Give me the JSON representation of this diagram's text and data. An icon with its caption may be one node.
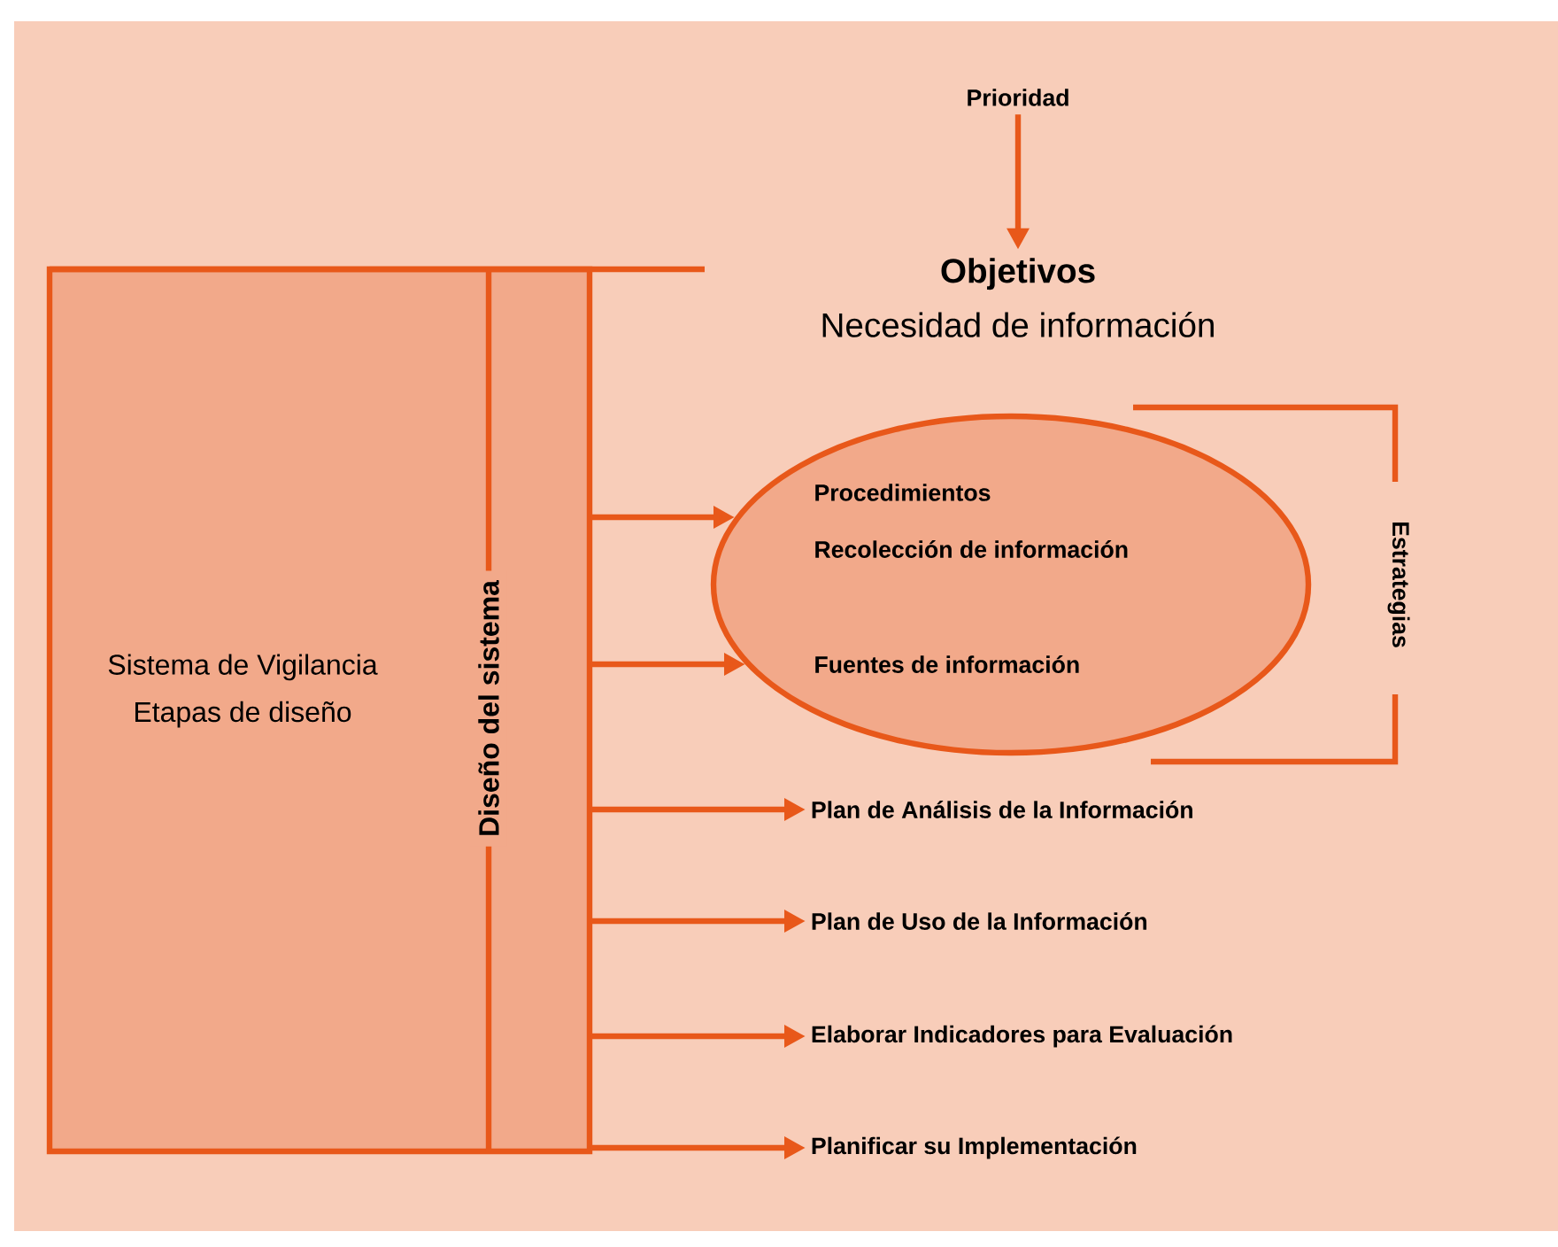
{
  "diagram": {
    "nodes": [
      {
        "text": [
          "Sistema de Vigilancia",
          "Etapas de diseño"
        ]
      },
      {
        "text": [
          "Diseño del sistema"
        ],
        "in": 0
      },
      {
        "text": [
          "Prioridad"
        ]
      },
      {
        "text": [
          "Objetivos",
          "Necesidad de información"
        ]
      },
      {
        "text": [
          "Procedimientos",
          "Recolección de información",
          "Fuentes de información"
        ]
      },
      {
        "text": [
          "Plan de Análisis de la Información"
        ]
      },
      {
        "text": [
          "Plan de Uso de la Información"
        ]
      },
      {
        "text": [
          "Elaborar Indicadores para Evaluación"
        ]
      },
      {
        "text": [
          "Planificar su Implementación"
        ]
      }
    ],
    "edges": [
      {
        "from": 2,
        "to": 3,
        "arrow": "to"
      },
      {
        "from": 1,
        "to": 4,
        "arrow": "to"
      },
      {
        "from": 1,
        "to": 4,
        "arrow": "to"
      },
      {
        "from": 1,
        "to": 5,
        "arrow": "to"
      },
      {
        "from": 1,
        "to": 6,
        "arrow": "to"
      },
      {
        "from": 1,
        "to": 7,
        "arrow": "to"
      },
      {
        "from": 1,
        "to": 8,
        "arrow": "to"
      }
    ],
    "labels": [
      "Estrategias"
    ]
  }
}
